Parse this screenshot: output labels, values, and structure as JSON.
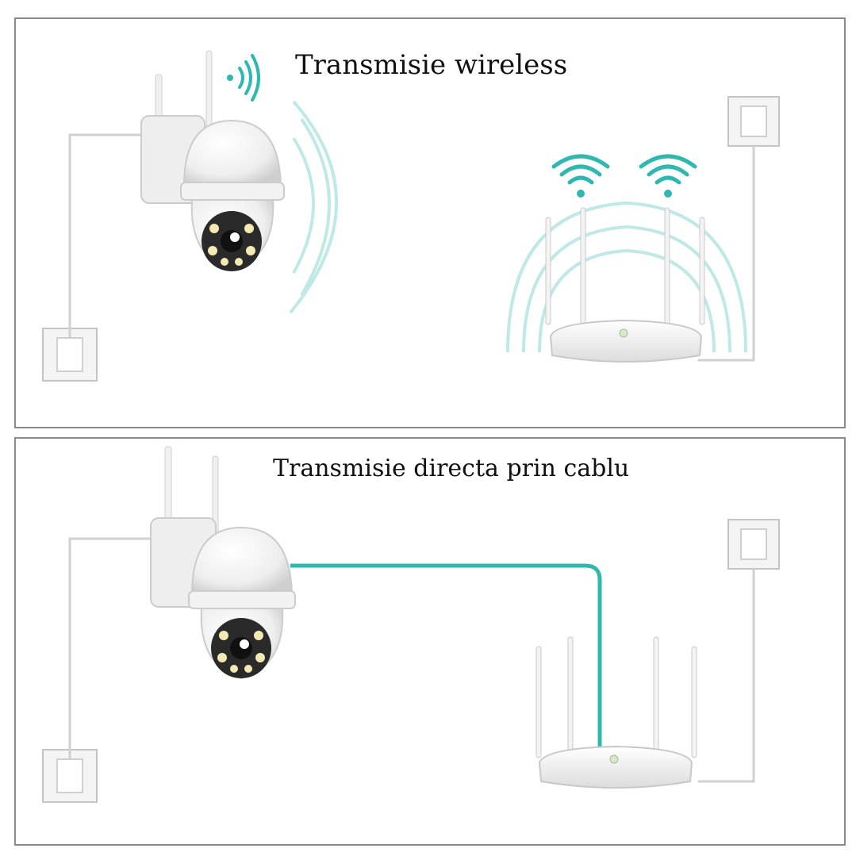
{
  "panels": [
    {
      "id": "wireless",
      "title": "Transmisie wireless"
    },
    {
      "id": "cable",
      "title": "Transmisie directa prin cablu"
    }
  ],
  "colors": {
    "accent_teal": "#2fb8b0",
    "border": "#8a8a8a",
    "device_white": "#f6f6f6",
    "outline": "#c8c8c8"
  }
}
